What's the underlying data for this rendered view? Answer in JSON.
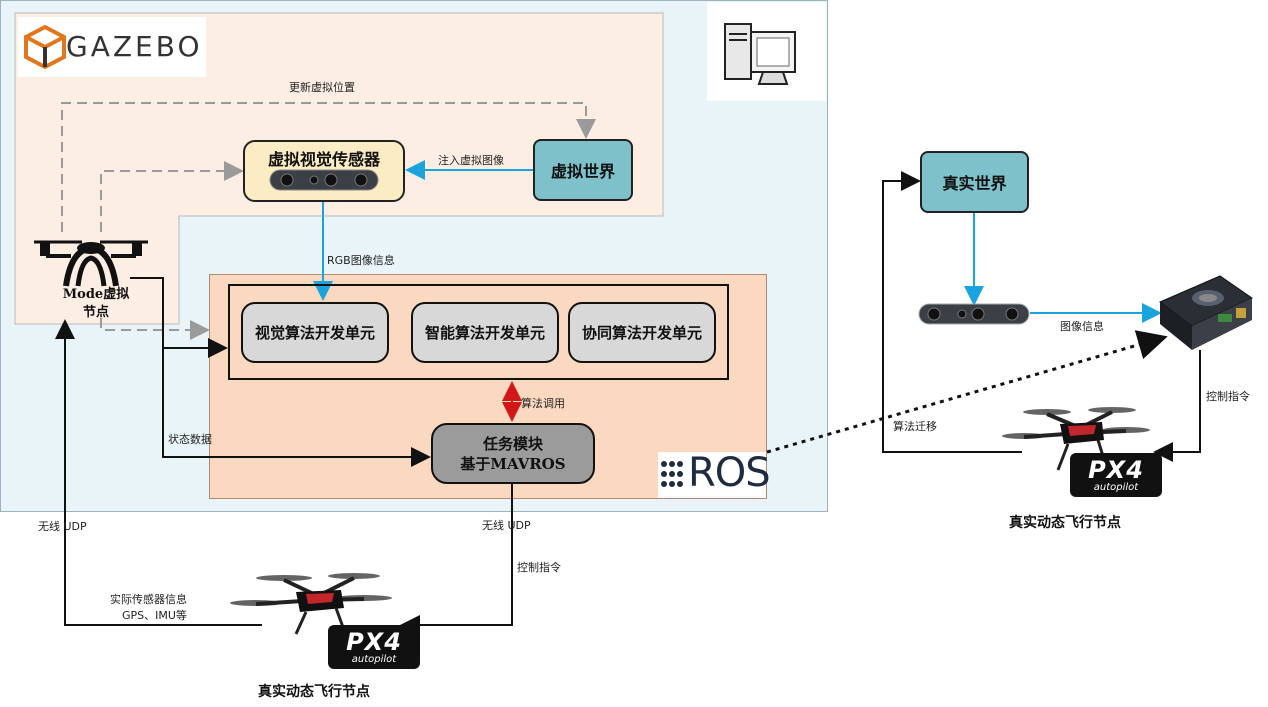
{
  "gazebo": {
    "logo_text": "GAZEBO"
  },
  "labels": {
    "update_position": "更新虚拟位置",
    "inject_image": "注入虚拟图像",
    "rgb_info": "RGB图像信息",
    "algo_call": "算法调用",
    "status_data": "状态数据",
    "wireless_left": "无线 UDP",
    "wireless_right": "无线 UDP",
    "control_cmd_bottom": "控制指令",
    "sensor_info_line1": "实际传感器信息",
    "sensor_info_line2": "GPS、IMU等",
    "image_info": "图像信息",
    "control_cmd_right": "控制指令",
    "algo_migration": "算法迁移"
  },
  "nodes": {
    "virtual_sensor": "虚拟视觉传感器",
    "virtual_world": "虚拟世界",
    "real_world": "真实世界",
    "visual_algo": "视觉算法开发单元",
    "smart_algo": "智能算法开发单元",
    "coop_algo": "协同算法开发单元",
    "task_module_line1": "任务模块",
    "task_module_line2": "基于MAVROS",
    "mode_node_line1": "Mode虚拟",
    "mode_node_line2": "节点"
  },
  "captions": {
    "real_flight_bottom": "真实动态飞行节点",
    "real_flight_right": "真实动态飞行节点"
  },
  "logos": {
    "ros": "ROS",
    "px4_brand": "PX4",
    "px4_sub": "autopilot"
  },
  "colors": {
    "sim_env_bg": "#e9f4f8",
    "gazebo_bg": "#fdeee4",
    "ros_bg": "#fbd8c0",
    "world_box": "#7fc1cb",
    "sensor_box": "#fbecc4",
    "algo_unit": "#d8d8d8",
    "task_module": "#9b9b9b",
    "image_arrow": "#1aa3dc",
    "algo_call_arrow": "#d01818"
  }
}
